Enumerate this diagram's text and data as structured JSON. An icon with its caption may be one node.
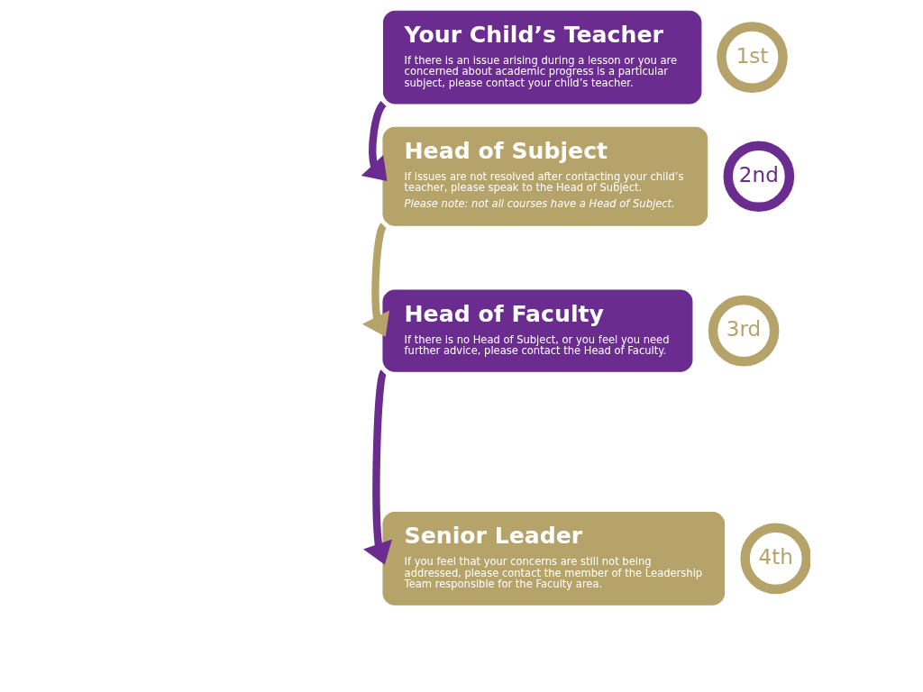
{
  "diagram": {
    "nodes": [
      {
        "text": [
          "Your Child’s Teacher",
          "If there is an issue arising during a lesson or you are concerned about academic progress is a particular subject, please contact your child’s teacher."
        ]
      },
      {
        "text": [
          "1st"
        ]
      },
      {
        "text": [
          "Head of Subject",
          "If issues are not resolved after contacting your child’s teacher, please speak to the Head of Subject.",
          "Please note: not all courses have a Head of Subject."
        ]
      },
      {
        "text": [
          "2nd"
        ]
      },
      {
        "text": [
          "Head of Faculty",
          "If there is no Head of Subject, or you feel you need further advice, please contact the Head of Faculty."
        ]
      },
      {
        "text": [
          "3rd"
        ]
      },
      {
        "text": [
          "Senior Leader",
          "If you feel that your concerns are still not being addressed, please contact the member of the Leadership Team responsible for the Faculty area."
        ]
      },
      {
        "text": [
          "4th"
        ]
      }
    ],
    "edges": [
      {
        "from": 0,
        "to": 2,
        "arrow": "to",
        "color": "#6a2c8e"
      },
      {
        "from": 2,
        "to": 4,
        "arrow": "to",
        "color": "#b5a36a"
      },
      {
        "from": 4,
        "to": 6,
        "arrow": "to",
        "color": "#6a2c8e"
      }
    ]
  }
}
